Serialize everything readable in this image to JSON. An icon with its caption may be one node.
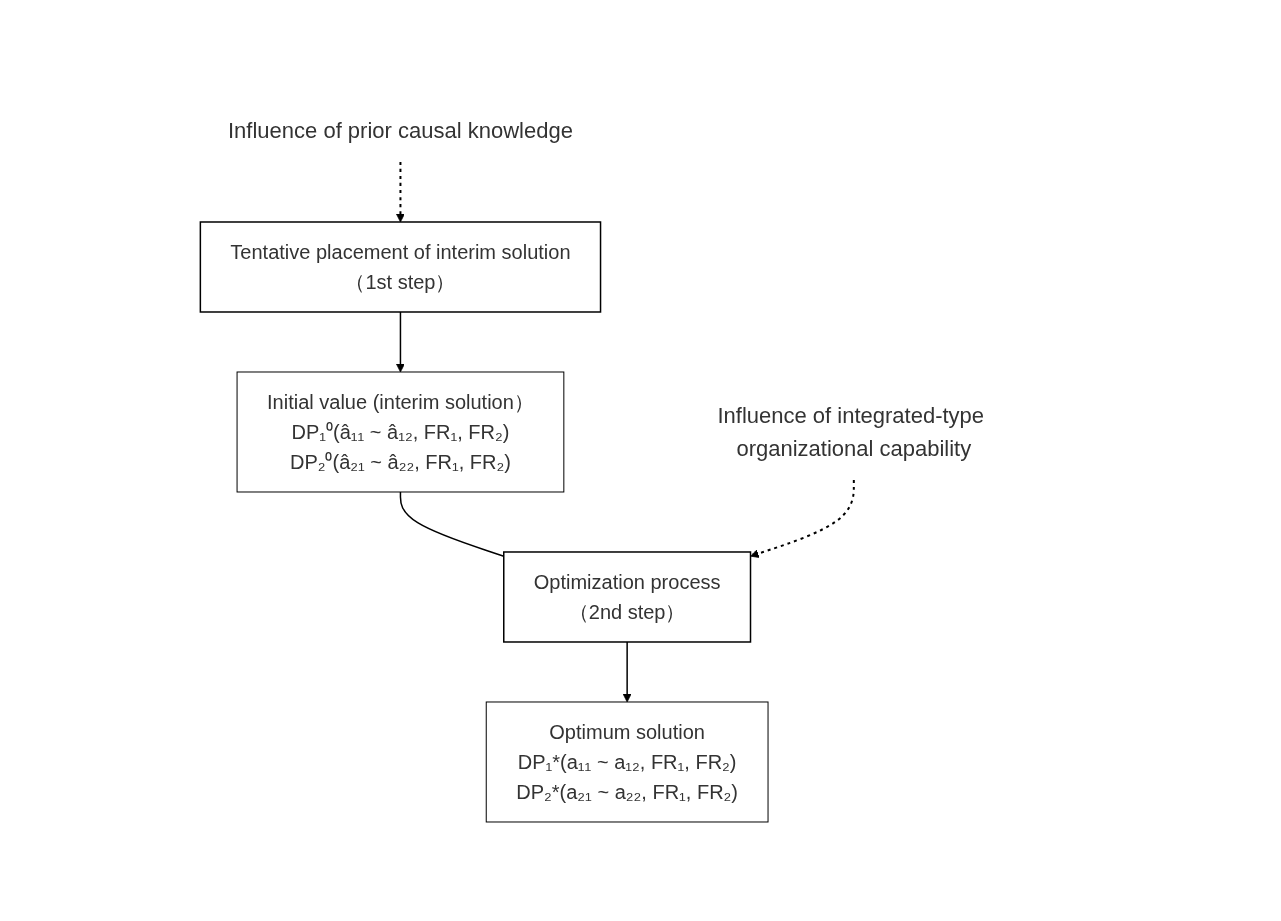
{
  "diagram": {
    "nodes": [
      {
        "text": [
          "Influence of prior causal knowledge"
        ]
      },
      {
        "text": [
          "Tentative placement of interim solution",
          "（1st step）"
        ]
      },
      {
        "text": [
          "Initial value (interim solution）",
          "DP₁⁰(â₁₁ ~ â₁₂, FR₁, FR₂)",
          "DP₂⁰(â₂₁ ~ â₂₂, FR₁, FR₂)"
        ]
      },
      {
        "text": [
          "Influence of integrated-type organizational capability"
        ]
      },
      {
        "text": [
          "Optimization process",
          "（2nd step）"
        ]
      },
      {
        "text": [
          "Optimum solution",
          "DP₁*(a₁₁ ~ a₁₂, FR₁, FR₂)",
          "DP₂*(a₂₁ ~ a₂₂, FR₁, FR₂)"
        ]
      }
    ],
    "edges": [
      {
        "from": 0,
        "to": 1,
        "arrow": "to",
        "style": "dashed"
      },
      {
        "from": 1,
        "to": 2,
        "arrow": "to"
      },
      {
        "from": 2,
        "to": 4,
        "arrow": "none"
      },
      {
        "from": 3,
        "to": 4,
        "arrow": "to",
        "style": "dashed"
      },
      {
        "from": 4,
        "to": 5,
        "arrow": "to"
      }
    ]
  }
}
